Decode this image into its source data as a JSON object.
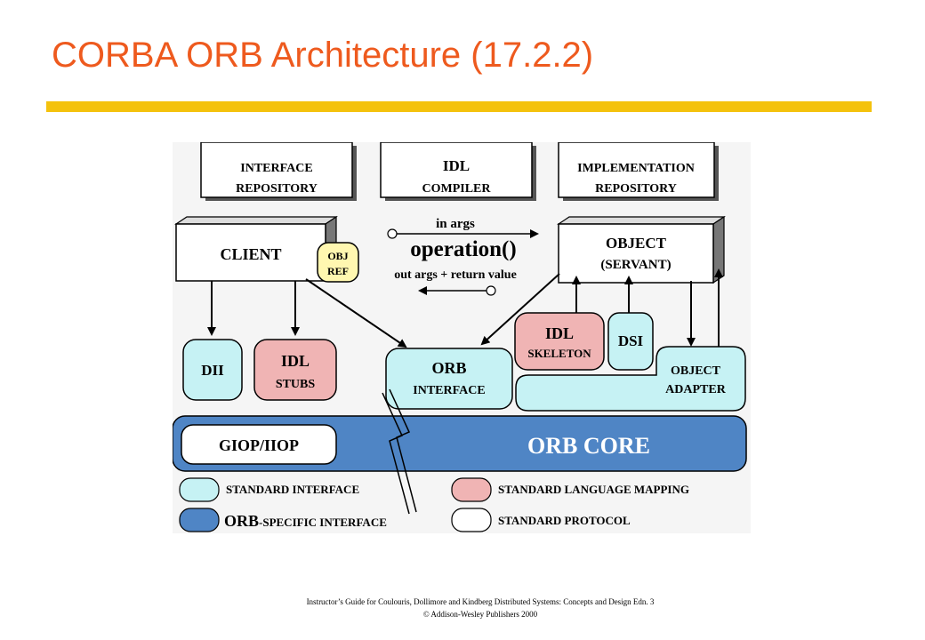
{
  "slide": {
    "title": "CORBA ORB Architecture (17.2.2)"
  },
  "diagram": {
    "interface_repository": [
      "INTERFACE",
      "REPOSITORY"
    ],
    "idl_compiler": [
      "IDL",
      "COMPILER"
    ],
    "implementation_repository": [
      "IMPLEMENTATION",
      "REPOSITORY"
    ],
    "client": "CLIENT",
    "obj_ref": [
      "OBJ",
      "REF"
    ],
    "in_args": "in  args",
    "operation": "operation()",
    "out_args": "out  args + return  value",
    "object": "OBJECT",
    "servant": "(SERVANT)",
    "dii": "DII",
    "idl_stubs": [
      "IDL",
      "STUBS"
    ],
    "orb_interface": [
      "ORB",
      "INTERFACE"
    ],
    "idl_skeleton": [
      "IDL",
      "SKELETON"
    ],
    "dsi": "DSI",
    "object_adapter": [
      "OBJECT",
      "ADAPTER"
    ],
    "giop_iiop": "GIOP/IIOP",
    "orb_core": "ORB  CORE",
    "legend": {
      "standard_interface": "STANDARD  INTERFACE",
      "standard_language_mapping": "STANDARD  LANGUAGE  MAPPING",
      "orb_specific_prefix": "ORB",
      "orb_specific_suffix": "-SPECIFIC  INTERFACE",
      "standard_protocol": "STANDARD  PROTOCOL"
    },
    "colors": {
      "standard_interface": "#c6f2f4",
      "language_mapping": "#f0b4b4",
      "orb_specific": "#4f85c5",
      "protocol": "#ffffff",
      "obj_ref": "#fff7b0"
    }
  },
  "footer": {
    "line1": "Instructor’s Guide for  Coulouris, Dollimore and Kindberg   Distributed Systems: Concepts and Design   Edn. 3",
    "line2": "©  Addison-Wesley Publishers 2000"
  }
}
